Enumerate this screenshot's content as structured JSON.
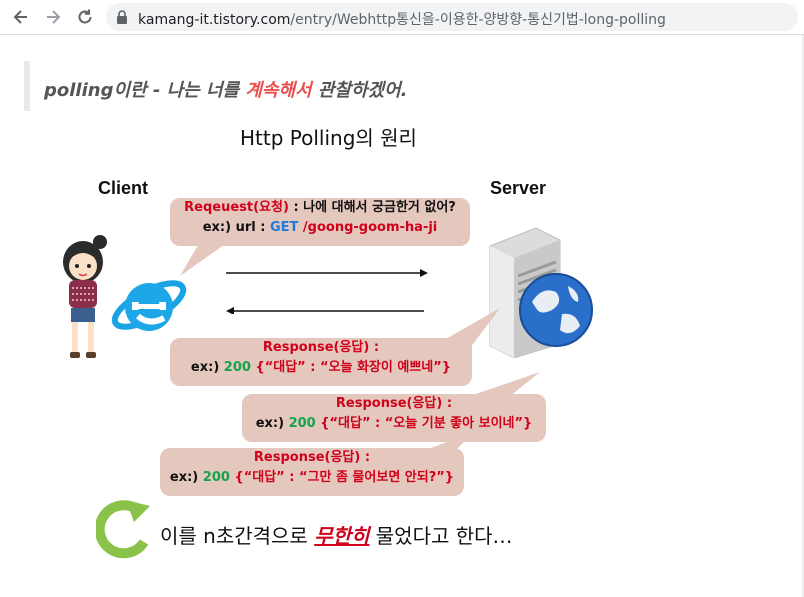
{
  "browser": {
    "url_host": "kamang-it.tistory.com",
    "url_path": "/entry/Webhttp통신을-이용한-양방향-통신기법-long-polling"
  },
  "article": {
    "heading_pre": "polling이란 - 나는 너를 ",
    "heading_highlight": "계속해서",
    "heading_post": " 관찰하겠어."
  },
  "diagram": {
    "title": "Http Polling의 원리",
    "client_label": "Client",
    "server_label": "Server",
    "request": {
      "title": "Reqeuest(요청)",
      "question": " : 나에 대해서 궁금한거 없어?",
      "ex_prefix": "ex:) url : ",
      "method": "GET",
      "path": " /goong-goom-ha-ji"
    },
    "responses": [
      {
        "title": "Response(응답) :",
        "ex": "ex:) ",
        "code": "200",
        "body": " {“대답” : “오늘 화장이 예쁘네”}"
      },
      {
        "title": "Response(응답) :",
        "ex": "ex:) ",
        "code": "200",
        "body": " {“대답” : “오늘 기분 좋아 보이네”}"
      },
      {
        "title": "Response(응답) :",
        "ex": "ex:) ",
        "code": "200",
        "body": " {“대답” : “그만 좀 물어보면 안되?”}"
      }
    ],
    "footer_pre": "이를 n초간격으로 ",
    "footer_emph": "무한히",
    "footer_post": " 물었다고 한다…"
  },
  "colors": {
    "bubble": "#e4c7bd",
    "accent_red": "#d0021b",
    "get_blue": "#1f7ae0",
    "status_green": "#17a34a",
    "heading_highlight": "#e94f4f",
    "loop_green": "#8bc34a"
  },
  "icons": [
    "back-arrow-icon",
    "forward-arrow-icon",
    "reload-icon",
    "lock-icon",
    "browser-e-icon",
    "server-icon",
    "globe-icon",
    "loop-arrow-icon"
  ]
}
